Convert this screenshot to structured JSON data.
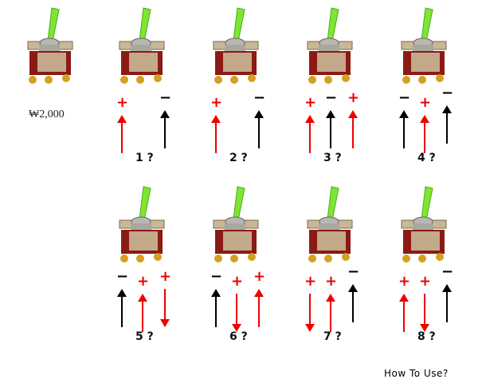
{
  "product": {
    "price": "₩2,000"
  },
  "colors": {
    "positive": "#ee0000",
    "negative": "#000000",
    "lever": "#7ee633",
    "body": "#8b1a14",
    "bracket": "#c9b896"
  },
  "configs": [
    {
      "label": "1 ?",
      "terminals": [
        {
          "sign": "+",
          "color": "red",
          "arrow": "up"
        },
        {
          "sign": "−",
          "color": "black",
          "arrow": "up"
        }
      ]
    },
    {
      "label": "2 ?",
      "terminals": [
        {
          "sign": "+",
          "color": "red",
          "arrow": "up"
        },
        {
          "sign": "−",
          "color": "black",
          "arrow": "up"
        }
      ]
    },
    {
      "label": "3 ?",
      "terminals": [
        {
          "sign": "+",
          "color": "red",
          "arrow": "up"
        },
        {
          "sign": "−",
          "color": "black",
          "arrow": "up"
        },
        {
          "sign": "+",
          "color": "red",
          "arrow": "up"
        }
      ]
    },
    {
      "label": "4 ?",
      "terminals": [
        {
          "sign": "−",
          "color": "black",
          "arrow": "up"
        },
        {
          "sign": "+",
          "color": "red",
          "arrow": "up"
        },
        {
          "sign": "−",
          "color": "black",
          "arrow": "up"
        }
      ]
    },
    {
      "label": "5 ?",
      "terminals": [
        {
          "sign": "−",
          "color": "black",
          "arrow": "up"
        },
        {
          "sign": "+",
          "color": "red",
          "arrow": "up"
        },
        {
          "sign": "+",
          "color": "red",
          "arrow": "down"
        }
      ]
    },
    {
      "label": "6 ?",
      "terminals": [
        {
          "sign": "−",
          "color": "black",
          "arrow": "up"
        },
        {
          "sign": "+",
          "color": "red",
          "arrow": "down"
        },
        {
          "sign": "+",
          "color": "red",
          "arrow": "up"
        }
      ]
    },
    {
      "label": "7 ?",
      "terminals": [
        {
          "sign": "+",
          "color": "red",
          "arrow": "down"
        },
        {
          "sign": "+",
          "color": "red",
          "arrow": "up"
        },
        {
          "sign": "−",
          "color": "black",
          "arrow": "up"
        }
      ]
    },
    {
      "label": "8 ?",
      "terminals": [
        {
          "sign": "+",
          "color": "red",
          "arrow": "up"
        },
        {
          "sign": "+",
          "color": "red",
          "arrow": "down"
        },
        {
          "sign": "−",
          "color": "black",
          "arrow": "up"
        }
      ]
    }
  ],
  "footer": {
    "how_to_use": "How To Use?"
  }
}
